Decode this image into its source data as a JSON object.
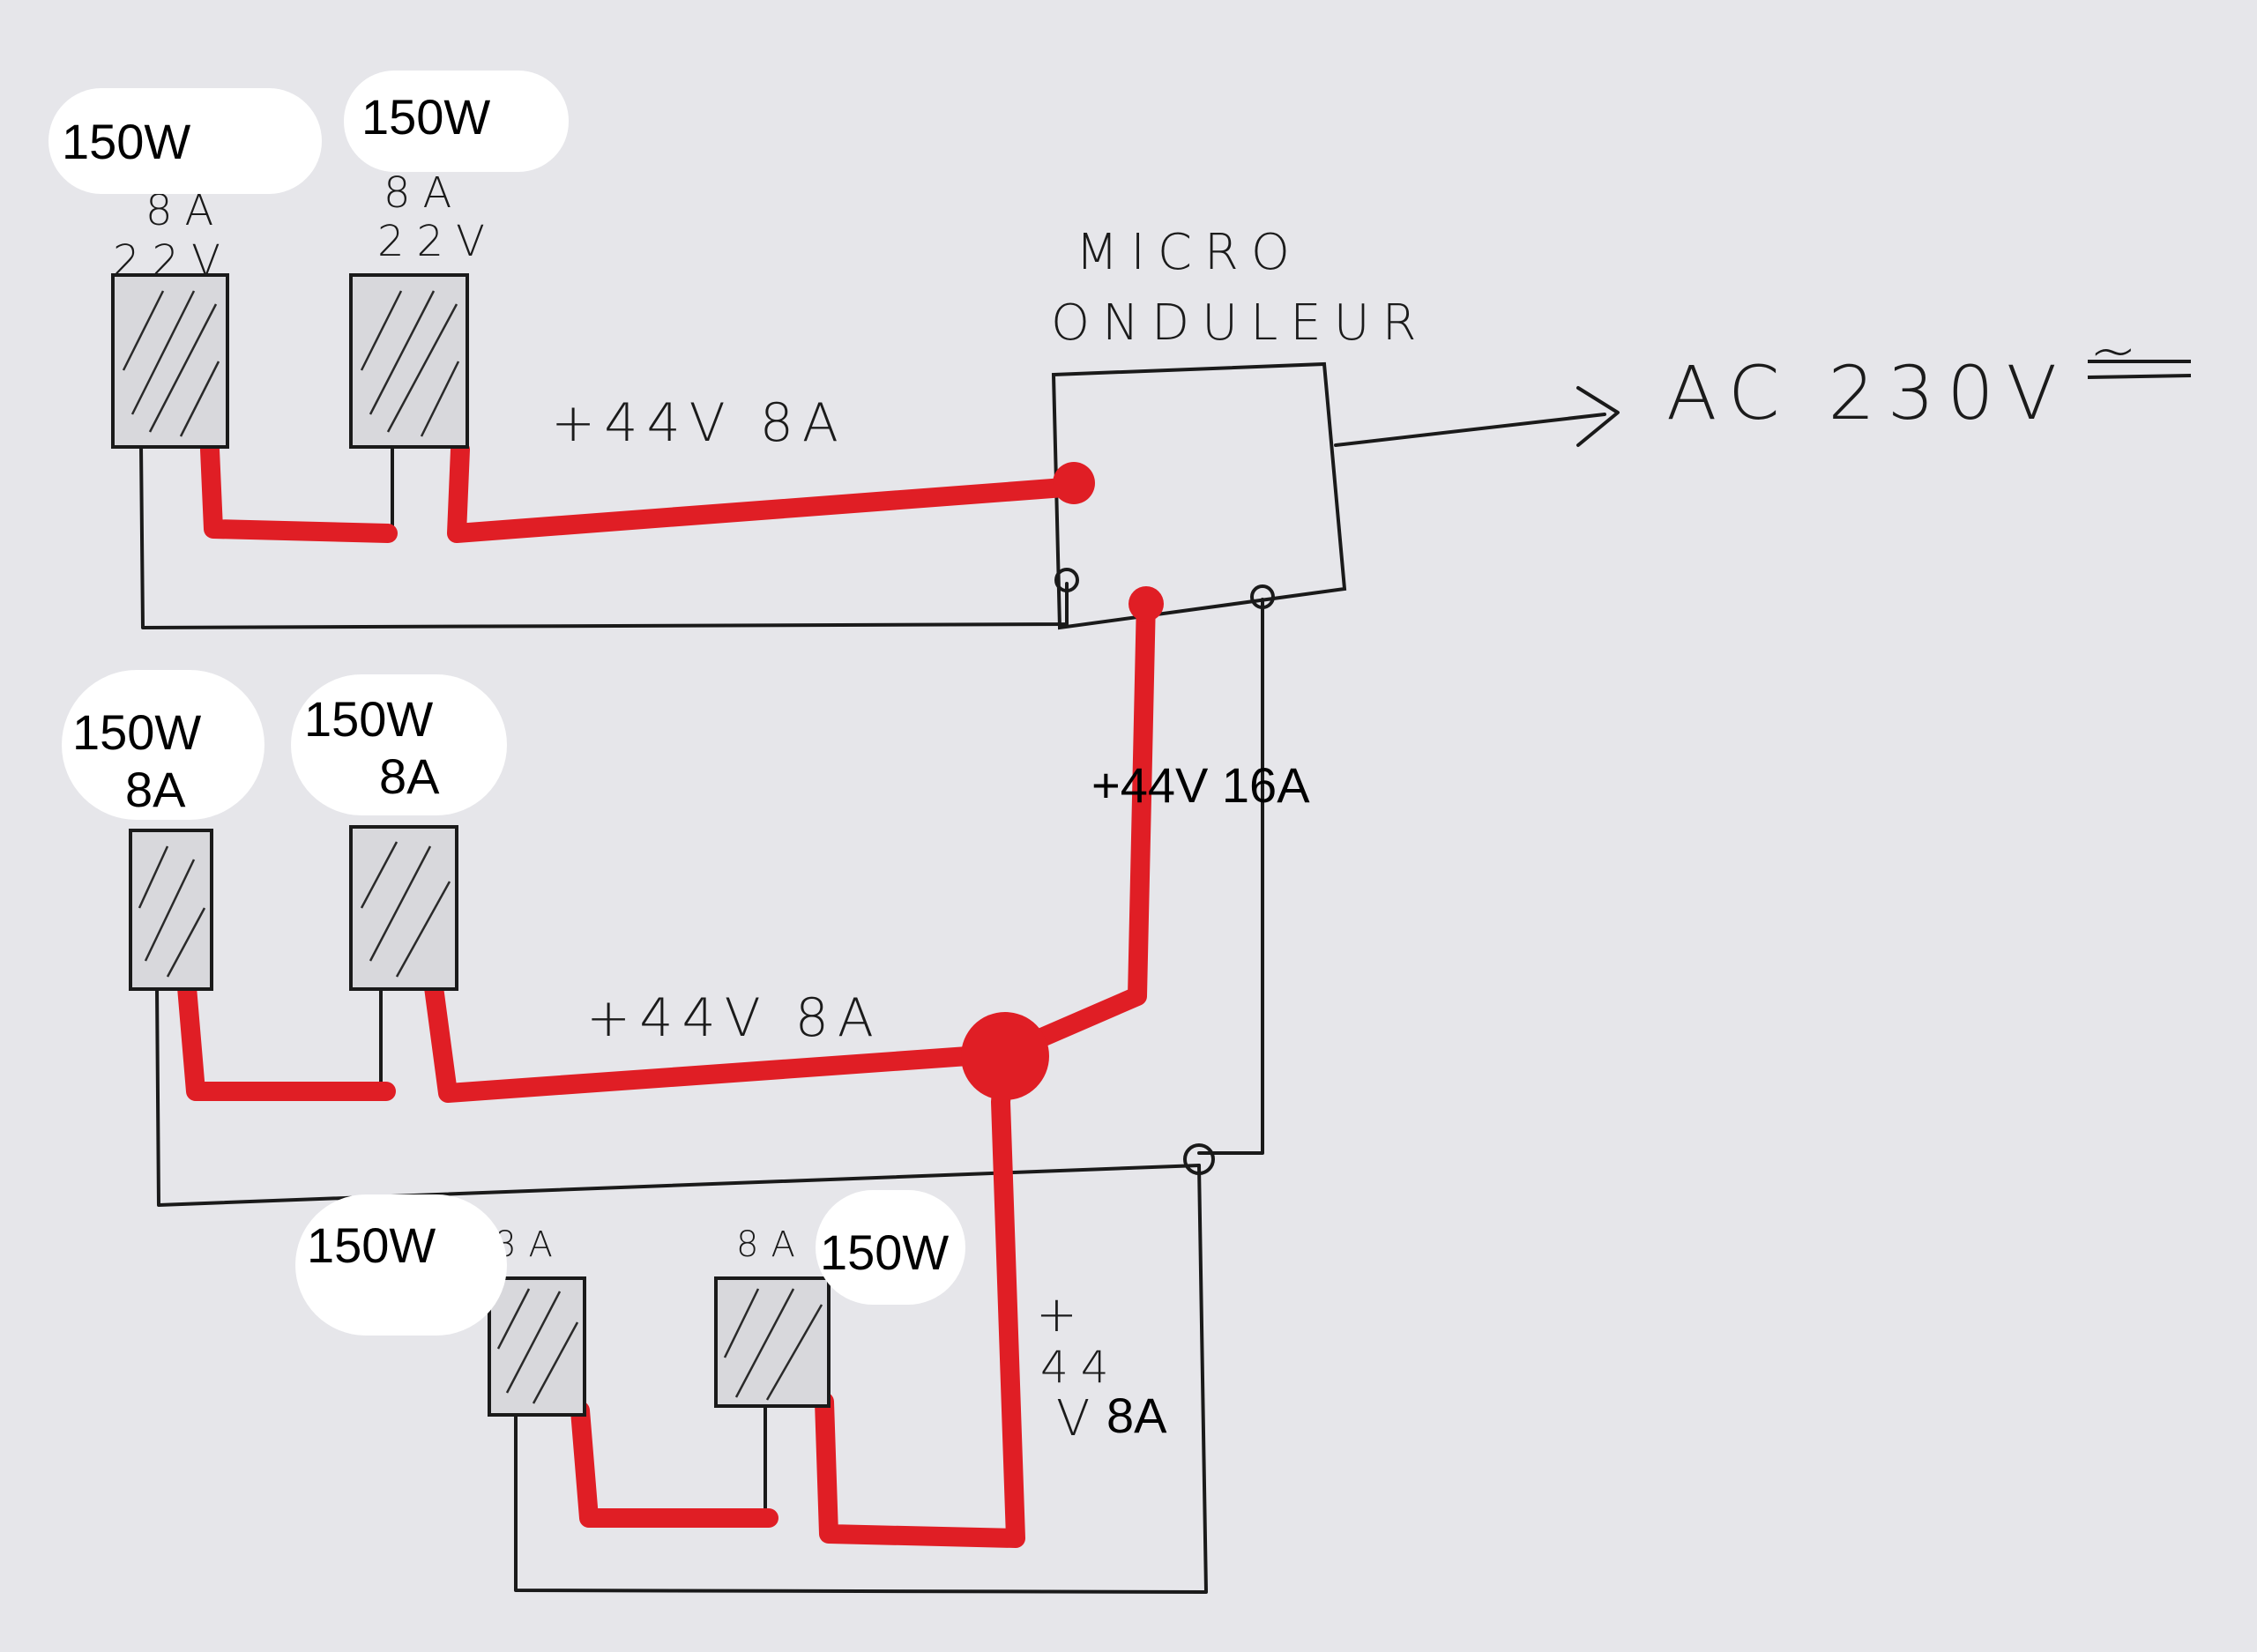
{
  "panels": {
    "row1": {
      "left": {
        "power": "150W",
        "current": "8A",
        "voltage": "22V"
      },
      "right": {
        "power": "150W",
        "current": "8A",
        "voltage": "22V"
      }
    },
    "row2": {
      "left": {
        "power": "150W",
        "current": "8A"
      },
      "right": {
        "power": "150W",
        "current": "8A"
      }
    },
    "row3": {
      "left": {
        "power": "150W",
        "current": "8A"
      },
      "right": {
        "power": "150W",
        "current": "8A"
      }
    }
  },
  "inverter": {
    "label_line1": "MICRO",
    "label_line2": "ONDULEUR",
    "output": "AC 230V",
    "output_symbol": "~"
  },
  "wire_labels": {
    "row1": "+44V 8A",
    "trunk": "+44V 16A",
    "row2": "+44V 8A",
    "row3_plus": "+",
    "row3_voltage": "44",
    "row3_unit": "V",
    "row3_current": "8A"
  },
  "colors": {
    "paper": "#e6e6ea",
    "positive_wire": "#e01e25",
    "negative_wire": "#1a1a1a"
  }
}
